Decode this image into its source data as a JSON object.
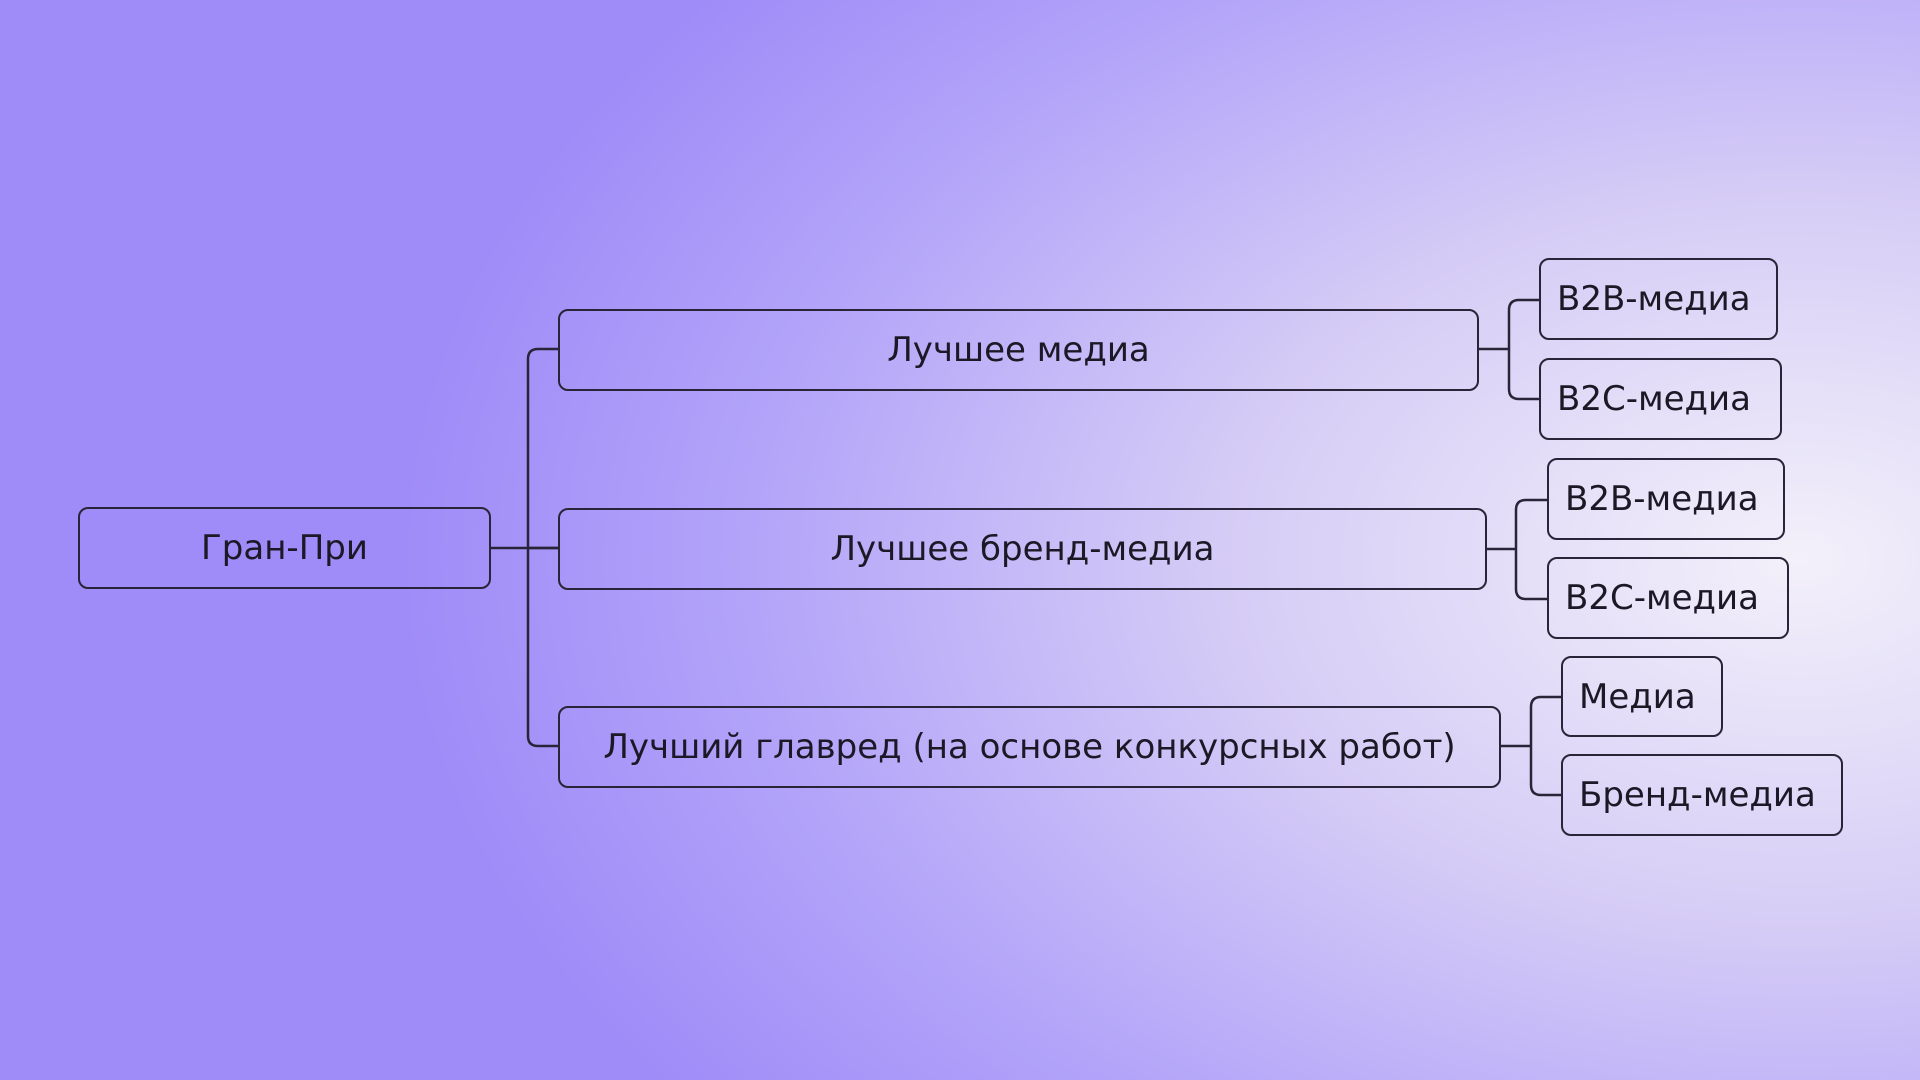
{
  "root": {
    "label": "Гран-При"
  },
  "categories": [
    {
      "label": "Лучшее медиа",
      "children": [
        "B2B-медиа",
        "B2C-медиа"
      ]
    },
    {
      "label": "Лучшее бренд-медиа",
      "children": [
        "B2B-медиа",
        "B2C-медиа"
      ]
    },
    {
      "label": "Лучший главред (на основе конкурсных работ)",
      "children": [
        "Медиа",
        "Бренд-медиа"
      ]
    }
  ]
}
